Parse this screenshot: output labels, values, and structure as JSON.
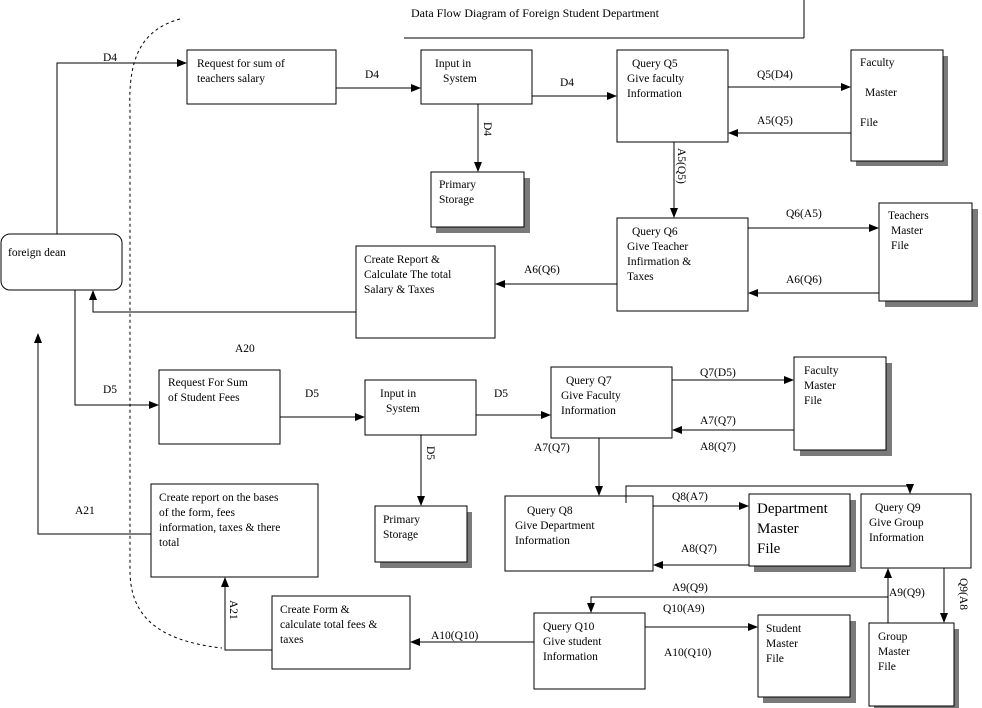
{
  "title": "Data Flow Diagram  of  Foreign Student Department",
  "entities": {
    "foreign_dean": "foreign dean"
  },
  "processes": {
    "request_teachers_salary": [
      "Request for sum of",
      "teachers salary"
    ],
    "input_system_1": [
      "Input   in",
      "System"
    ],
    "query_q5": [
      "Query Q5",
      "Give faculty",
      "Information"
    ],
    "create_report_salary": [
      "Create Report &",
      "Calculate The total",
      "Salary & Taxes"
    ],
    "query_q6": [
      "Query Q6",
      "Give Teacher",
      "Infirmation &",
      "Taxes"
    ],
    "request_student_fees": [
      "Request For Sum",
      "of Student Fees"
    ],
    "input_system_2": [
      "Input  in",
      "System"
    ],
    "query_q7": [
      "Query Q7",
      "Give Faculty",
      "Information"
    ],
    "create_report_form": [
      "Create report on the bases",
      "of the form, fees",
      "information, taxes & there",
      "total"
    ],
    "query_q8": [
      "Query Q8",
      "Give Department",
      "Information"
    ],
    "query_q9": [
      "Query Q9",
      "Give Group",
      "Information"
    ],
    "create_form": [
      "Create Form &",
      "calculate total fees &",
      "taxes"
    ],
    "query_q10": [
      "Query Q10",
      "Give student",
      "Information"
    ]
  },
  "stores": {
    "faculty_master_1": [
      "Faculty",
      "",
      "Master",
      "",
      "File"
    ],
    "primary_storage_1": [
      "Primary",
      "Storage"
    ],
    "teachers_master": [
      "Teachers",
      "Master",
      "File"
    ],
    "faculty_master_2": [
      "Faculty",
      "Master",
      "File"
    ],
    "primary_storage_2": [
      "Primary",
      "Storage"
    ],
    "department_master": [
      "Department",
      "Master",
      "File"
    ],
    "student_master": [
      "Student",
      "Master",
      "File"
    ],
    "group_master": [
      "Group",
      "Master",
      "File"
    ]
  },
  "flows": {
    "d4_top": "D4",
    "d4_a": "D4",
    "d4_b": "D4",
    "d4_v": "D4",
    "q5_d4": "Q5(D4)",
    "a5_q5": "A5(Q5)",
    "a5_q5_v": "A5(Q5)",
    "q6_a5": "Q6(A5)",
    "a6_q6_a": "A6(Q6)",
    "a6_q6_b": "A6(Q6)",
    "a20": "A20",
    "d5_a": "D5",
    "d5_b": "D5",
    "d5_c": "D5",
    "d5_v": "D5",
    "q7_d5": "Q7(D5)",
    "a7_q7_a": "A7(Q7)",
    "a8_q7": "A8(Q7)",
    "a7_q7_b": "A7(Q7)",
    "q8_a7": "Q8(A7)",
    "a8_q7_b": "A8(Q7)",
    "a21_a": "A21",
    "a21_v": "A21",
    "a9_q9_a": "A9(Q9)",
    "a9_q9_b": "A9(Q9)",
    "q9_a8": "Q9(A8",
    "q10_a9": "Q10(A9)",
    "a10_q10_a": "A10(Q10)",
    "a10_q10_b": "A10(Q10)"
  }
}
